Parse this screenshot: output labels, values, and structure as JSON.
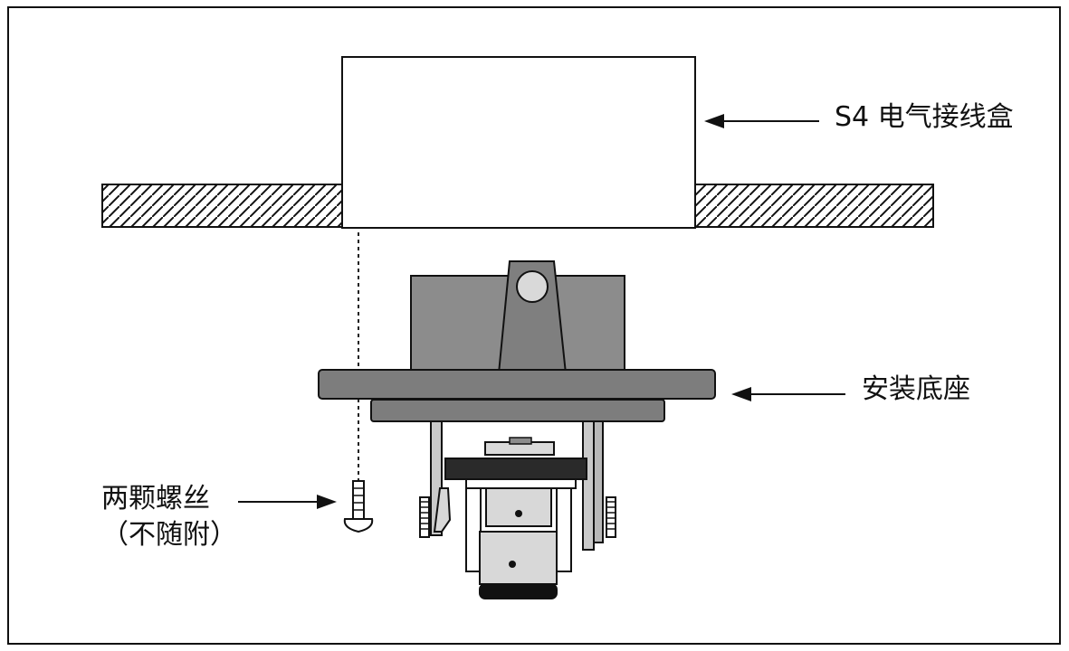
{
  "labels": {
    "junction_box": "S4 电气接线盒",
    "mounting_base": "安装底座",
    "screws_line1": "两颗螺丝",
    "screws_line2": "（不随附）"
  },
  "colors": {
    "outline": "#111111",
    "housing_gray": "#8c8c8c",
    "plate_gray": "#7d7d7d",
    "dark_gray": "#2a2a2a",
    "light_gray": "#d9d9d9",
    "background": "#ffffff"
  }
}
